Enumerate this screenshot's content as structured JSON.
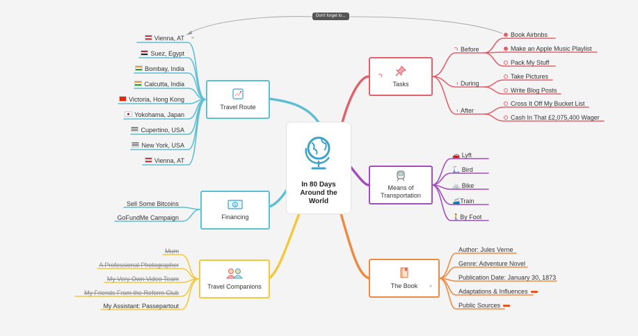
{
  "central": {
    "title": "In 80 Days Around the World",
    "icon": "globe-icon"
  },
  "tooltip": "Don't forget to...",
  "colors": {
    "tasks": "#e0616c",
    "transport": "#a24dbd",
    "book": "#f08a40",
    "route": "#5dbfd2",
    "financing": "#5dbfd2",
    "companions": "#f3c93b"
  },
  "travel_route": {
    "label": "Travel Route",
    "icon": "route-map-icon",
    "items": [
      {
        "flag": "austria-flag-icon",
        "label": "Vienna, AT"
      },
      {
        "flag": "egypt-flag-icon",
        "label": "Suez, Egypt"
      },
      {
        "flag": "india-flag-icon",
        "label": "Bombay, India"
      },
      {
        "flag": "india-flag-icon",
        "label": "Calcutta, India"
      },
      {
        "flag": "hong-kong-flag-icon",
        "label": "Victoria, Hong Kong"
      },
      {
        "flag": "japan-flag-icon",
        "label": "Yokohama, Japan"
      },
      {
        "flag": "usa-flag-icon",
        "label": "Cupertino, USA"
      },
      {
        "flag": "usa-flag-icon",
        "label": "New York, USA"
      },
      {
        "flag": "austria-flag-icon",
        "label": "Vienna, AT"
      }
    ]
  },
  "financing": {
    "label": "Financing",
    "icon": "dollar-bill-icon",
    "items": [
      "Sell Some Bitcoins",
      "GoFundMe Campaign"
    ]
  },
  "companions": {
    "label": "Travel Companions",
    "icon": "people-icon",
    "items": [
      {
        "label": "Mum",
        "struck": true
      },
      {
        "label": "A Professional Photographer",
        "struck": true
      },
      {
        "label": "My Very Own Video Team",
        "struck": true
      },
      {
        "label": "My Friends From the Reform Club",
        "struck": true
      },
      {
        "label": "My Assistant: Passepartout",
        "struck": false
      }
    ]
  },
  "tasks": {
    "label": "Tasks",
    "icon": "pushpin-icon",
    "groups": [
      {
        "label": "Before",
        "items": [
          {
            "label": "Book Airbnbs",
            "done": true
          },
          {
            "label": "Make an Apple Music Playlist",
            "done": true
          },
          {
            "label": "Pack My Stuff",
            "done": false
          }
        ]
      },
      {
        "label": "During",
        "items": [
          {
            "label": "Take Pictures",
            "done": false
          },
          {
            "label": "Write Blog Posts",
            "done": false
          }
        ]
      },
      {
        "label": "After",
        "items": [
          {
            "label": "Cross It Off My Bucket List",
            "done": false
          },
          {
            "label": "Cash In That £2,075,400 Wager",
            "done": false
          }
        ]
      }
    ]
  },
  "transport": {
    "label": "Means of Transportation",
    "icon": "subway-icon",
    "items": [
      {
        "icon": "car-icon",
        "label": "Lyft"
      },
      {
        "icon": "scooter-icon",
        "label": "Bird"
      },
      {
        "icon": "bicycle-icon",
        "label": "Bike"
      },
      {
        "icon": "train-icon",
        "label": "Train"
      },
      {
        "icon": "walking-icon",
        "label": "By Foot"
      }
    ]
  },
  "book": {
    "label": "The Book",
    "icon": "book-icon",
    "items": [
      {
        "label": "Author: Jules Verne",
        "more": false
      },
      {
        "label": "Genre: Adventure Novel",
        "more": false
      },
      {
        "label": "Publication Date: January 30, 1873",
        "more": false
      },
      {
        "label": "Adaptations & Influences",
        "more": true
      },
      {
        "label": "Public Sources",
        "more": true
      }
    ]
  }
}
